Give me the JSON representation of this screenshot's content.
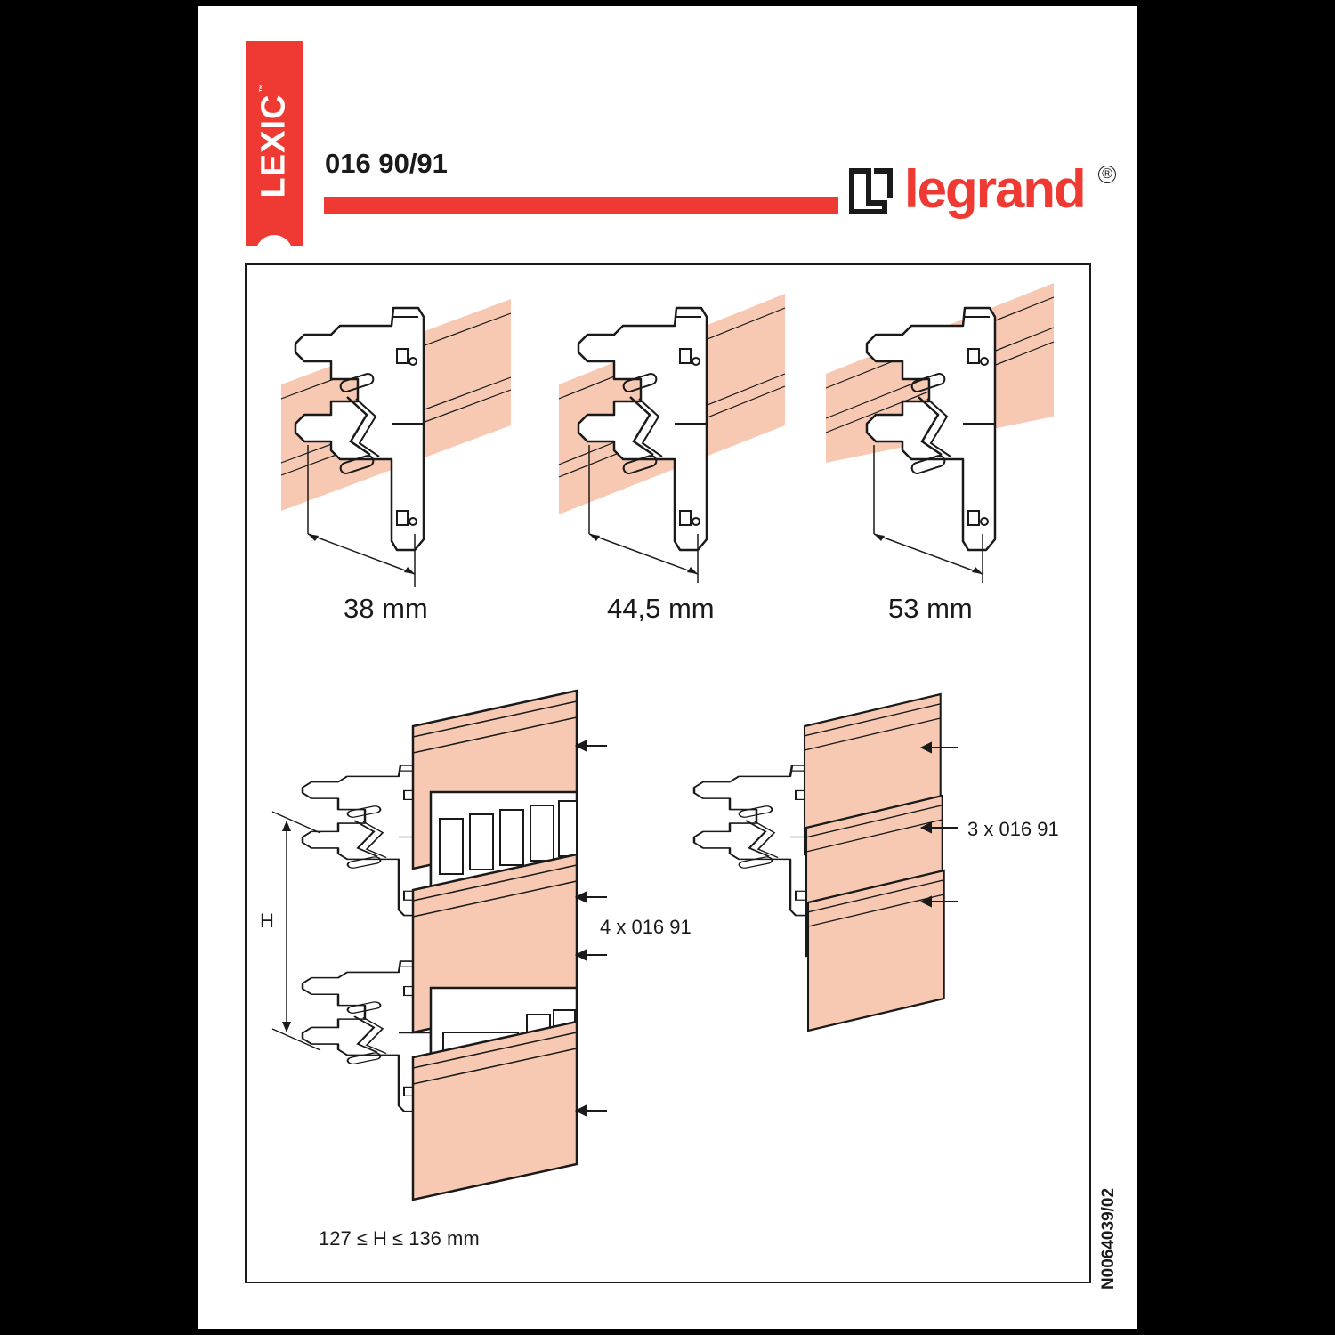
{
  "brand": {
    "band_text": "LEXIC",
    "trademark": "™",
    "reference": "016 90/91",
    "logo_word": "legrand",
    "registered": "®"
  },
  "dimensions": {
    "support_1": "38 mm",
    "support_2": "44,5 mm",
    "support_3": "53 mm"
  },
  "assembly": {
    "height_symbol": "H",
    "plates_4": "4 x 016 91",
    "plates_3": "3 x 016 91",
    "range": "127 ≤ H ≤ 136 mm"
  },
  "document_ref": "N0064039/02",
  "colors": {
    "brand_red": "#ee3a33",
    "rail_fill": "#f7c9b3",
    "line": "#1a1a1a"
  }
}
